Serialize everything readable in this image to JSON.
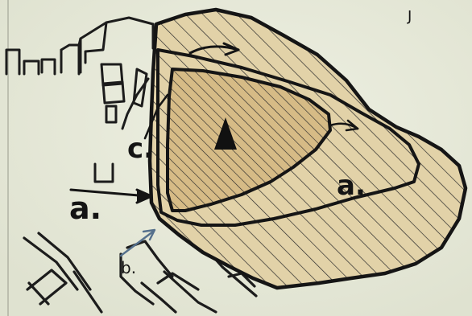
{
  "figure": {
    "labels": {
      "c": "c.",
      "a_left": "a.",
      "a_right": "a.",
      "b": "b.",
      "corner_mark": "J"
    },
    "colors": {
      "paper": "#e7e9d9",
      "ink": "#151515",
      "fill_outer": "#e2d2a8",
      "fill_inner": "#d6bb86",
      "arrow_blue": "#55708c"
    }
  }
}
